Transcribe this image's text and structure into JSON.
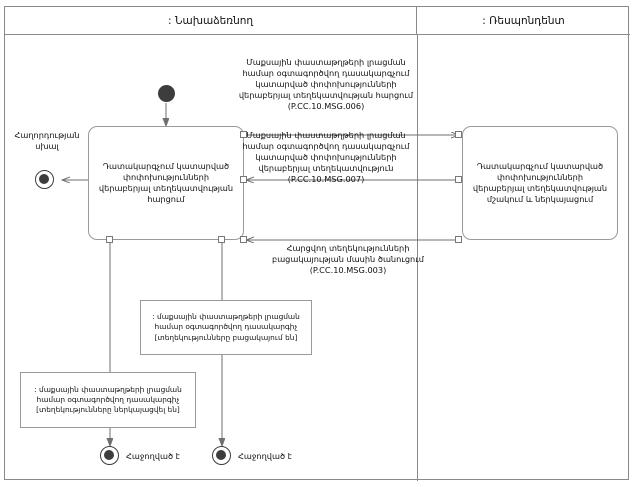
{
  "diagram": {
    "type": "uml-activity-diagram",
    "title": "",
    "lanes": [
      {
        "id": "lane-initiator",
        "label": ": Նախաձեռնող"
      },
      {
        "id": "lane-respondent",
        "label": ": Ռեսպոնդենտ"
      }
    ],
    "activities": [
      {
        "id": "activity-request-info",
        "lane": "lane-initiator",
        "label": "Դատակարգչում կատարված փոփոխությունների վերաբերյալ տեղեկատվության հարցում"
      },
      {
        "id": "activity-process-info",
        "lane": "lane-respondent",
        "label": "Դատակարգչում կատարված փոփոխությունների վերաբերյալ տեղեկատվության մշակում և ներկայացում"
      }
    ],
    "messages": [
      {
        "id": "msg-006",
        "text": "Մաքսային փաստաթղթերի լրացման համար օգտագործվող դասակարգչում կատարված փոփոխությունների վերաբերյալ տեղեկատվության հարցում",
        "code": "(P.CC.10.MSG.006)",
        "direction": "initiator-to-respondent"
      },
      {
        "id": "msg-007",
        "text": "Մաքսային փաստաթղթերի լրացման համար օգտագործվող դասակարգչում կատարված փոփոխությունների վերաբերյալ տեղեկատվություն",
        "code": "(P.CC.10.MSG.007)",
        "direction": "respondent-to-initiator"
      },
      {
        "id": "msg-003",
        "text": "Հարցվող տեղեկությունների բացակայության մասին ծանուցում",
        "code": "(P.CC.10.MSG.003)",
        "direction": "respondent-to-initiator"
      }
    ],
    "notes": [
      {
        "id": "note-absent",
        "line1": ": մաքսային փաստաթղթերի լրացման",
        "line2": "համար օգտագործվող դասակարգիչ",
        "line3": "[տեղեկությունները բացակայում են]"
      },
      {
        "id": "note-presented",
        "line1": ": մաքսային փաստաթղթերի լրացման",
        "line2": "համար օգտագործվող դասակարգիչ",
        "line3": "[տեղեկությունները ներկայացվել են]"
      }
    ],
    "nodes": {
      "initial_label": "",
      "error_label_line1": "Հաղորդության",
      "error_label_line2": "սխալ",
      "final_left_label": "Հաջողված է",
      "final_right_label": "Հաջողված է"
    },
    "colors": {
      "frame_border": "#8a8a8a",
      "node_border": "#9a9a9a",
      "node_fill": "#ffffff",
      "text": "#111111",
      "marker_fill": "#3d3d3d"
    }
  }
}
